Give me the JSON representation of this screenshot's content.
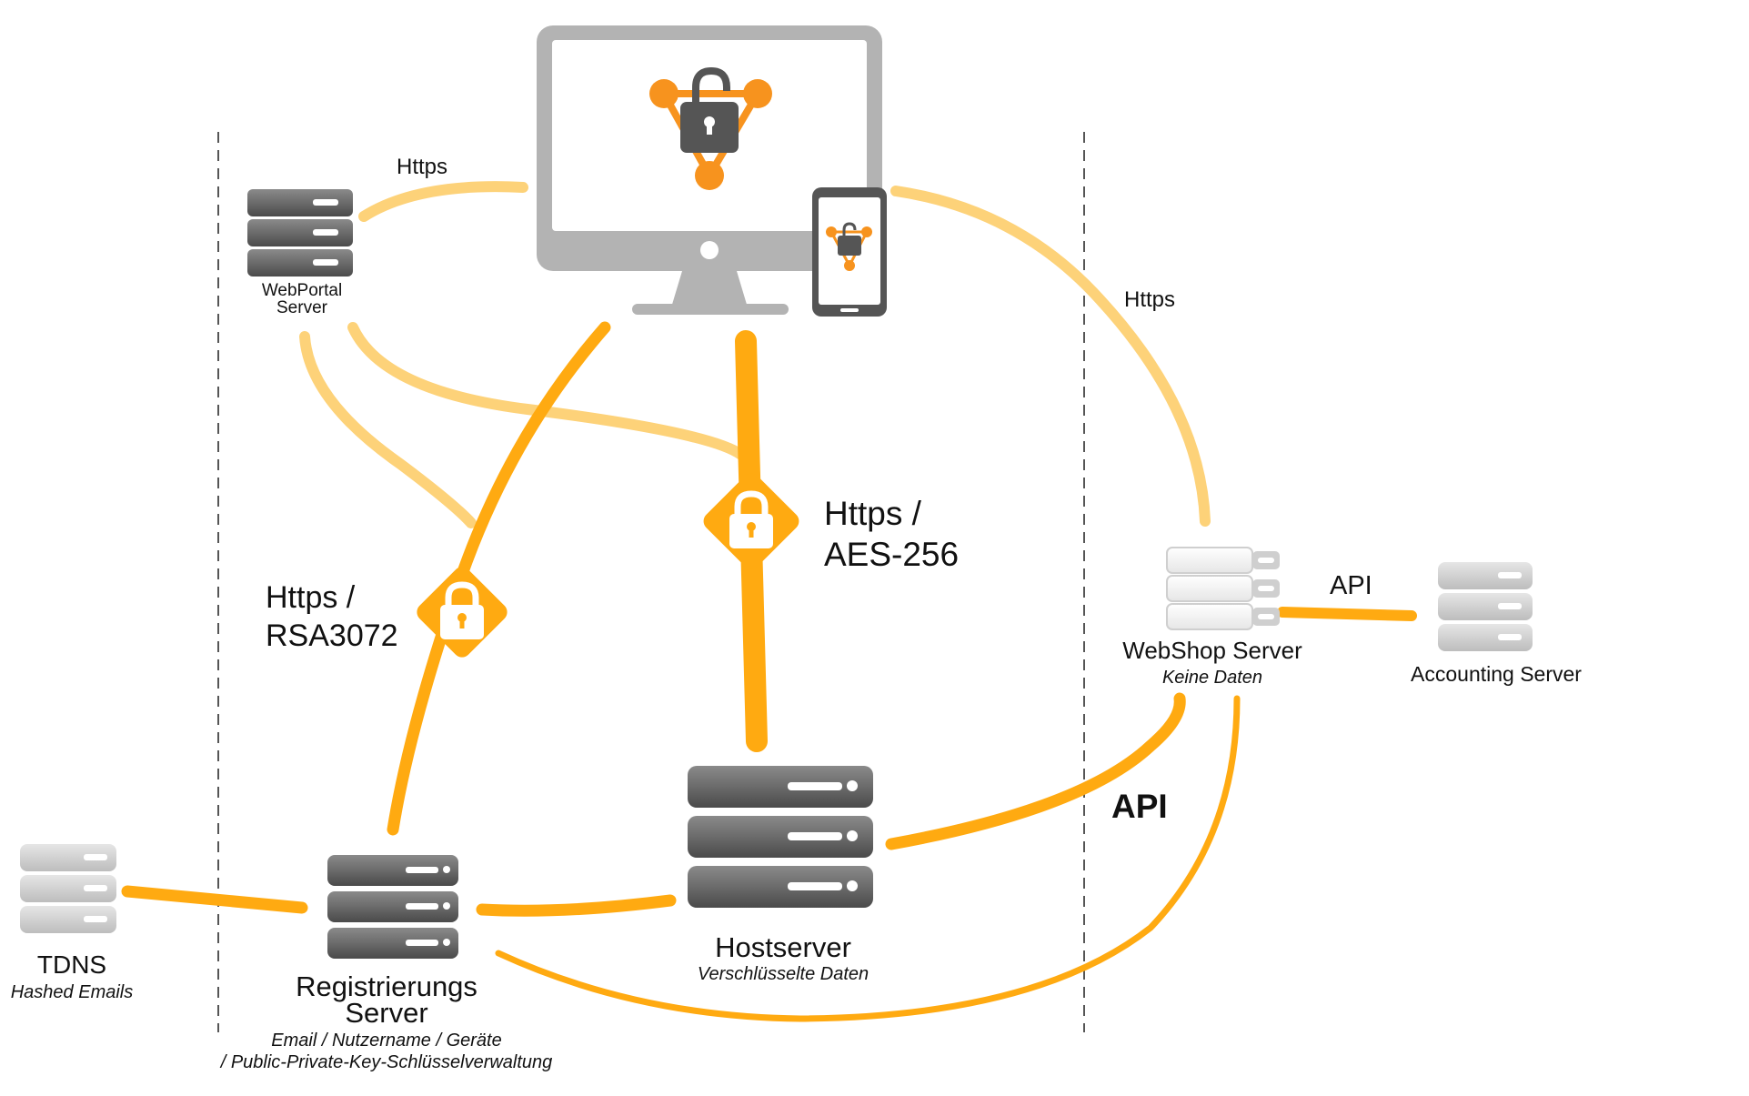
{
  "labels": {
    "webportal_line1": "WebPortal",
    "webportal_line2": "Server",
    "https_webportal": "Https",
    "https_webshop": "Https",
    "https_rsa_line1": "Https /",
    "https_rsa_line2": "RSA3072",
    "https_aes_line1": "Https /",
    "https_aes_line2": "AES-256",
    "webshop_title": "WebShop Server",
    "webshop_sub": "Keine Daten",
    "api_small": "API",
    "accounting": "Accounting Server",
    "api_bold": "API",
    "tdns_title": "TDNS",
    "tdns_sub": "Hashed Emails",
    "reg_line1": "Registrierungs",
    "reg_line2": "Server",
    "reg_sub1": "Email / Nutzername / Geräte",
    "reg_sub2": "/ Public-Private-Key-Schlüsselverwaltung",
    "host_title": "Hostserver",
    "host_sub": "Verschlüsselte Daten"
  },
  "colors": {
    "strong": "#FFAA11",
    "light": "#FDD279",
    "orange_icon": "#F7931E",
    "monitor_gray": "#B3B3B3",
    "dark_gray": "#555555",
    "dashed": "#555555"
  },
  "icons": {
    "monitor": "desktop-monitor-icon",
    "phone": "smartphone-icon",
    "lock": "padlock-icon",
    "server": "server-rack-icon"
  }
}
